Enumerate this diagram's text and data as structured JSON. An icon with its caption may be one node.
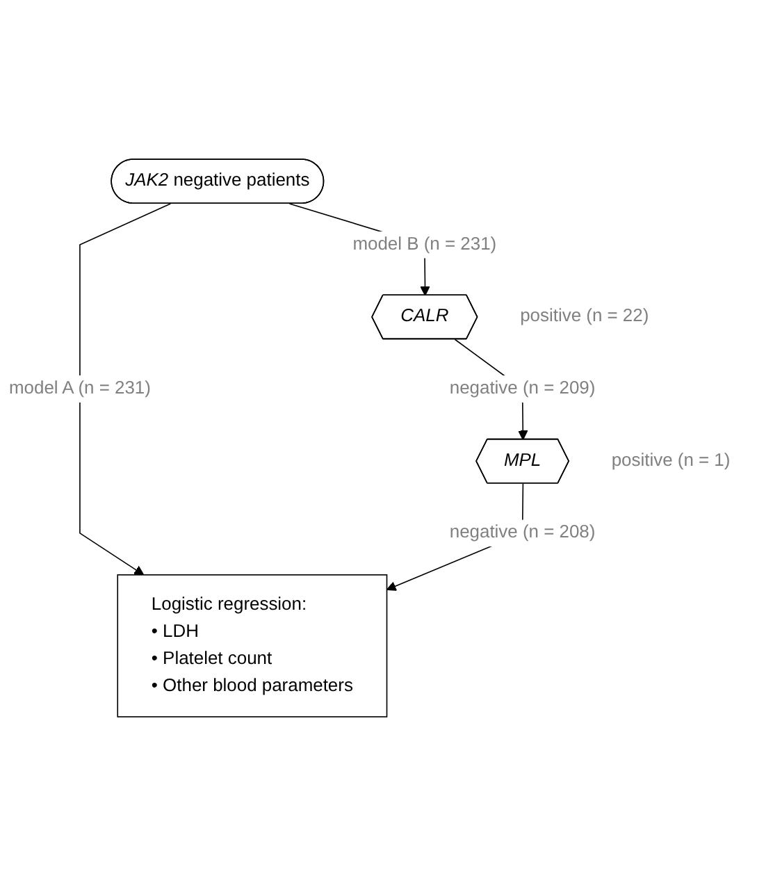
{
  "diagram": {
    "nodes": [
      {
        "text": [
          "*JAK2* negative patients"
        ]
      },
      {
        "text": [
          "CALR"
        ],
        "beside": [
          "positive (n = 22)"
        ]
      },
      {
        "text": [
          "MPL"
        ],
        "beside": [
          "positive (n = 1)"
        ]
      },
      {
        "text": [
          "Logistic regression:",
          "• LDH",
          "• Platelet count",
          "• Other blood parameters"
        ]
      }
    ],
    "edges": [
      {
        "from": 0,
        "to": 3,
        "arrow": "to",
        "label": "model A (n = 231)"
      },
      {
        "from": 0,
        "to": 1,
        "arrow": "to",
        "label": "model B (n = 231)"
      },
      {
        "from": 1,
        "to": 2,
        "arrow": "to",
        "label": "negative (n = 209)"
      },
      {
        "from": 2,
        "to": 3,
        "arrow": "to",
        "label": "negative (n = 208)"
      }
    ]
  }
}
